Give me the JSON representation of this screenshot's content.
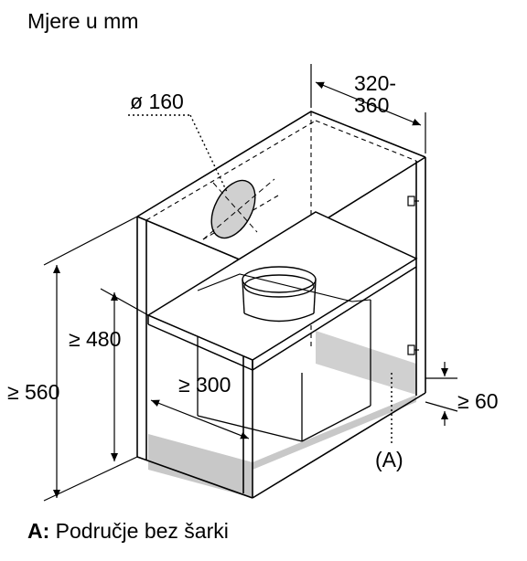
{
  "title": "Mjere u mm",
  "labels": {
    "diameter": "ø 160",
    "depth_top": "320-",
    "depth_bottom": "360",
    "min_height_cabinet": "≥ 560",
    "min_height_shelf": "≥ 480",
    "min_width": "≥ 300",
    "min_strip": "≥ 60",
    "zone_marker": "(A)"
  },
  "legend": {
    "key": "A:",
    "text": "Područje bez šarki"
  },
  "colors": {
    "line": "#000000",
    "shade": "#c8c8c8",
    "hole": "#d0d0d0"
  }
}
